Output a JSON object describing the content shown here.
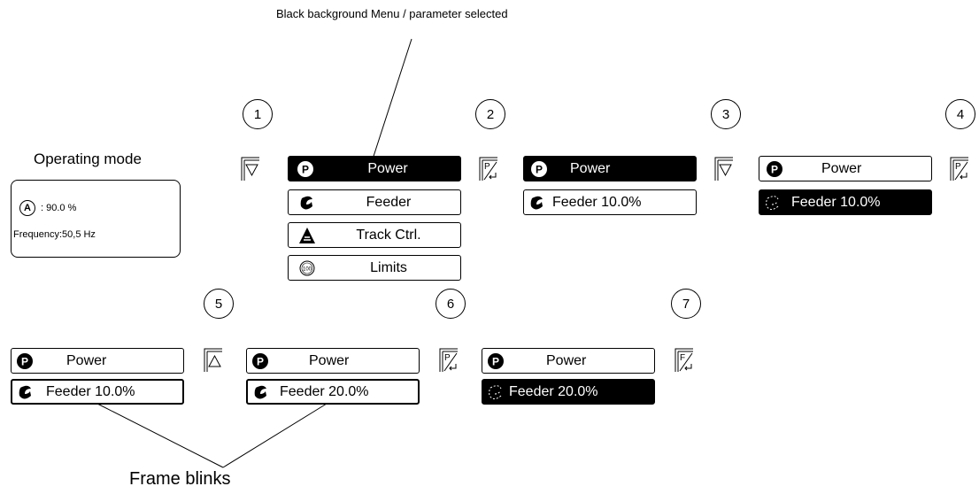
{
  "annotations": {
    "top": "Black background Menu / parameter selected",
    "bottom": "Frame blinks"
  },
  "operating_mode": {
    "label": "Operating mode",
    "icon_letter": "A",
    "value_line": ": 90.0 %",
    "frequency_line": "Frequency:50,5 Hz"
  },
  "steps": [
    "1",
    "2",
    "3",
    "4",
    "5",
    "6",
    "7"
  ],
  "menu": {
    "power": "Power",
    "feeder": "Feeder",
    "track": "Track Ctrl.",
    "limits": "Limits",
    "limits_icon_text": "100",
    "power_icon_letter": "P"
  },
  "values": {
    "feeder_10": "Feeder 10.0%",
    "feeder_20": "Feeder 20.0%"
  },
  "buttons": {
    "down": "down-arrow-button",
    "up": "up-arrow-button",
    "enter": "P/enter-button",
    "enter_f": "F/enter-button"
  }
}
